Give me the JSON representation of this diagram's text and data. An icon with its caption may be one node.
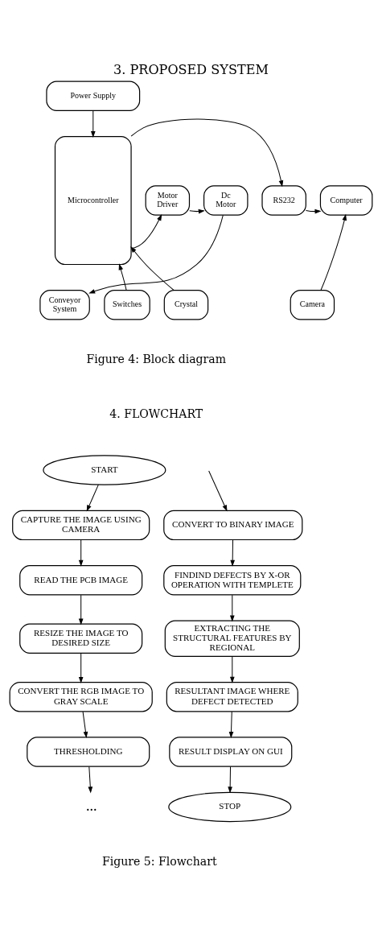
{
  "diagram": {
    "title": "3. PROPOSED SYSTEM",
    "nodes": [
      {
        "text": [
          "Power Supply"
        ]
      },
      {
        "text": [
          "Dc Motor"
        ]
      },
      {
        "text": [
          "Motor Driver"
        ]
      },
      {
        "text": [
          "Microcontroller"
        ]
      },
      {
        "text": [
          "RS232"
        ]
      },
      {
        "text": [
          "Computer"
        ]
      },
      {
        "text": [
          "Camera"
        ]
      },
      {
        "text": [
          "Conveyor System"
        ]
      },
      {
        "text": [
          "Switches"
        ]
      },
      {
        "text": [
          "Crystal"
        ]
      },
      {
        "text": [
          "START"
        ]
      },
      {
        "text": [
          "CAPTURE THE IMAGE USING CAMERA"
        ]
      },
      {
        "text": [
          "READ THE PCB IMAGE"
        ]
      },
      {
        "text": [
          "RESIZE THE IMAGE TO DESIRED SIZE"
        ]
      },
      {
        "text": [
          "CONVERT THE RGB IMAGE TO GRAY SCALE"
        ]
      },
      {
        "text": [
          "THRESHOLDING"
        ]
      },
      {
        "text": [
          "..."
        ]
      },
      {
        "text": [
          "CONVERT TO BINARY IMAGE"
        ]
      },
      {
        "text": [
          "FINDIND DEFECTS BY X-OR OPERATION WITH TEMPLETE"
        ]
      },
      {
        "text": [
          "EXTRACTING THE STRUCTURAL FEATURES BY REGIONAL"
        ]
      },
      {
        "text": [
          "RESULTANT IMAGE WHERE DEFECT DETECTED"
        ]
      },
      {
        "text": [
          "RESULT DISPLAY ON GUI"
        ]
      },
      {
        "text": [
          "STOP"
        ]
      }
    ],
    "edges": [
      {
        "from": 0,
        "to": 3,
        "arrow": "to"
      },
      {
        "from": 3,
        "to": 2,
        "arrow": "to"
      },
      {
        "from": 2,
        "to": 1,
        "arrow": "to"
      },
      {
        "from": 1,
        "to": 7,
        "arrow": "to"
      },
      {
        "from": 3,
        "to": 4,
        "arrow": "to"
      },
      {
        "from": 4,
        "to": 5,
        "arrow": "to"
      },
      {
        "from": 6,
        "to": 5,
        "arrow": "to"
      },
      {
        "from": 8,
        "to": 3,
        "arrow": "to"
      },
      {
        "from": 9,
        "to": 3,
        "arrow": "to"
      },
      {
        "from": 10,
        "to": 11,
        "arrow": "to"
      },
      {
        "from": 11,
        "to": 12,
        "arrow": "to"
      },
      {
        "from": 12,
        "to": 13,
        "arrow": "to"
      },
      {
        "from": 13,
        "to": 14,
        "arrow": "to"
      },
      {
        "from": 14,
        "to": 15,
        "arrow": "to"
      },
      {
        "from": 15,
        "to": 16,
        "arrow": "to"
      },
      {
        "from": null,
        "to": 17,
        "arrow": "to"
      },
      {
        "from": 17,
        "to": 18,
        "arrow": "to"
      },
      {
        "from": 18,
        "to": 19,
        "arrow": "to"
      },
      {
        "from": 19,
        "to": 20,
        "arrow": "to"
      },
      {
        "from": 20,
        "to": 21,
        "arrow": "to"
      },
      {
        "from": 21,
        "to": 22,
        "arrow": "to"
      }
    ],
    "labels": [
      "Figure 4: Block diagram",
      "4. FLOWCHART",
      "Figure 5: Flowchart"
    ]
  }
}
